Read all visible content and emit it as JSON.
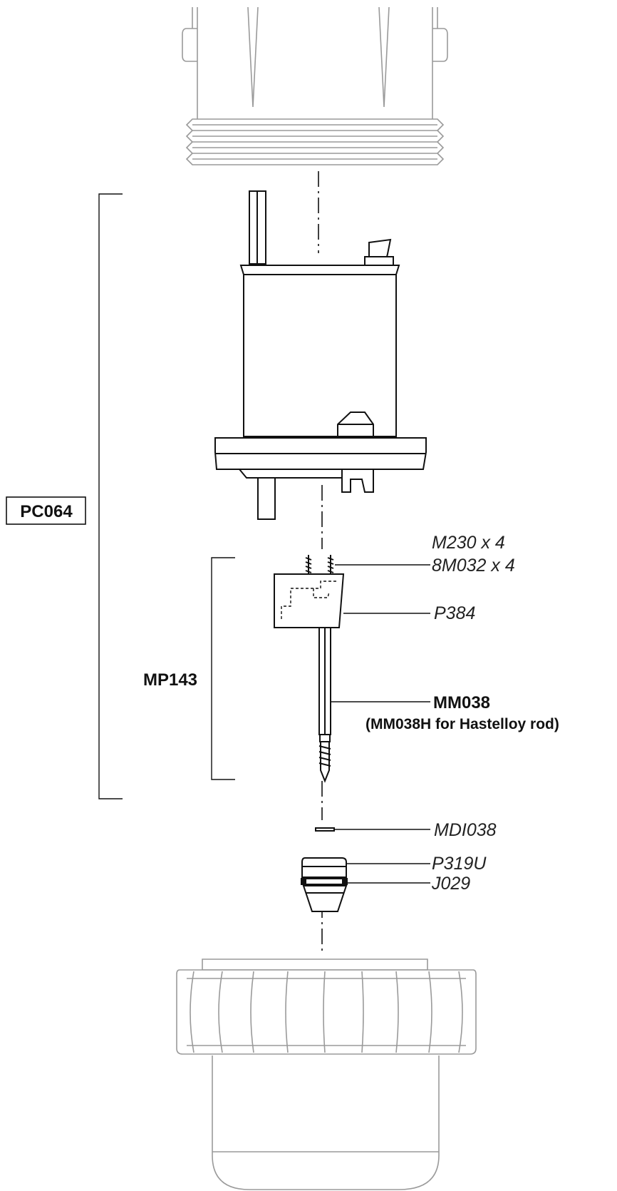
{
  "assembly": {
    "label": "PC064"
  },
  "subassembly": {
    "label": "MP143"
  },
  "parts": {
    "m230": "M230 x 4",
    "m8m032": "8M032 x 4",
    "p384": "P384",
    "mm038": "MM038",
    "mm038_note": "(MM038H for Hastelloy rod)",
    "mdi038": "MDI038",
    "p319u": "P319U",
    "j029": "J029"
  }
}
